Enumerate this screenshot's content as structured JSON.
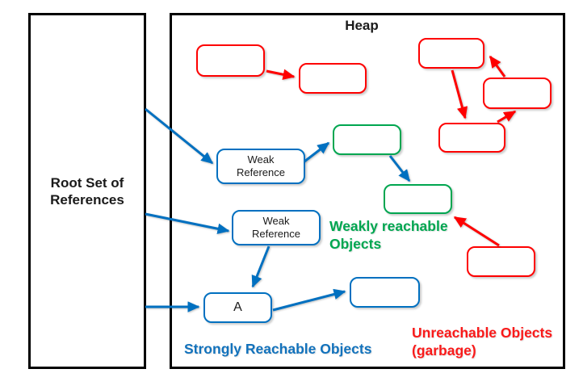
{
  "colors": {
    "strong_blue": "#0070c0",
    "weak_green": "#00a650",
    "garbage_red": "#fe0000",
    "frame_black": "#000000"
  },
  "root_set": {
    "line1": "Root Set of",
    "line2": "References"
  },
  "heap": {
    "title": "Heap"
  },
  "nodes": {
    "weak_reference_1": {
      "line1": "Weak",
      "line2": "Reference"
    },
    "weak_reference_2": {
      "line1": "Weak",
      "line2": "Reference"
    },
    "object_a": {
      "label": "A"
    }
  },
  "captions": {
    "weakly_reachable": {
      "line1": "Weakly reachable",
      "line2": "Objects"
    },
    "strongly_reachable": "Strongly Reachable Objects",
    "unreachable": {
      "line1": "Unreachable Objects",
      "line2": "(garbage)"
    }
  }
}
